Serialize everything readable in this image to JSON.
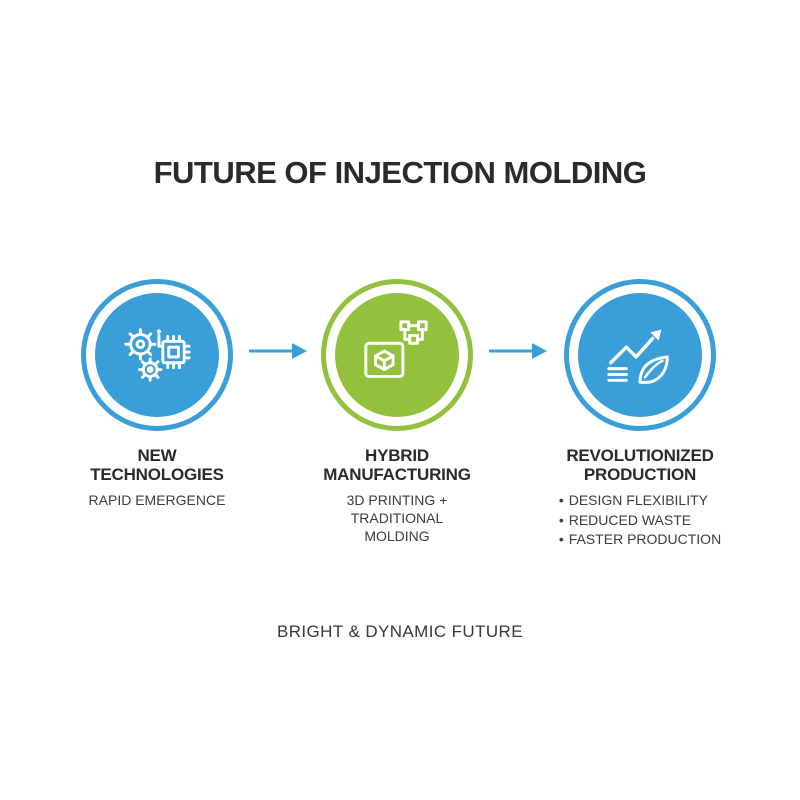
{
  "title": "FUTURE OF INJECTION MOLDING",
  "footer": "BRIGHT & DYNAMIC FUTURE",
  "colors": {
    "blue": "#3A9FD8",
    "green": "#93C13D",
    "heading": "#2A2A2A",
    "body": "#3C3C3C"
  },
  "ui": {
    "bullet_marker": "•"
  },
  "steps": [
    {
      "heading": "NEW\nTECHNOLOGIES",
      "subheading": "RAPID EMERGENCE",
      "icon": "gears-microchip-icon",
      "circle_color": "#3A9FD8"
    },
    {
      "heading": "HYBRID\nMANUFACTURING",
      "subheading": "3D PRINTING +\nTRADITIONAL\nMOLDING",
      "icon": "printer-mold-icon",
      "circle_color": "#93C13D"
    },
    {
      "heading": "REVOLUTIONIZED\nPRODUCTION",
      "bullets": [
        "DESIGN FLEXIBILITY",
        "REDUCED WASTE",
        "FASTER PRODUCTION"
      ],
      "icon": "growth-arrow-leaf-icon",
      "circle_color": "#3A9FD8"
    }
  ]
}
